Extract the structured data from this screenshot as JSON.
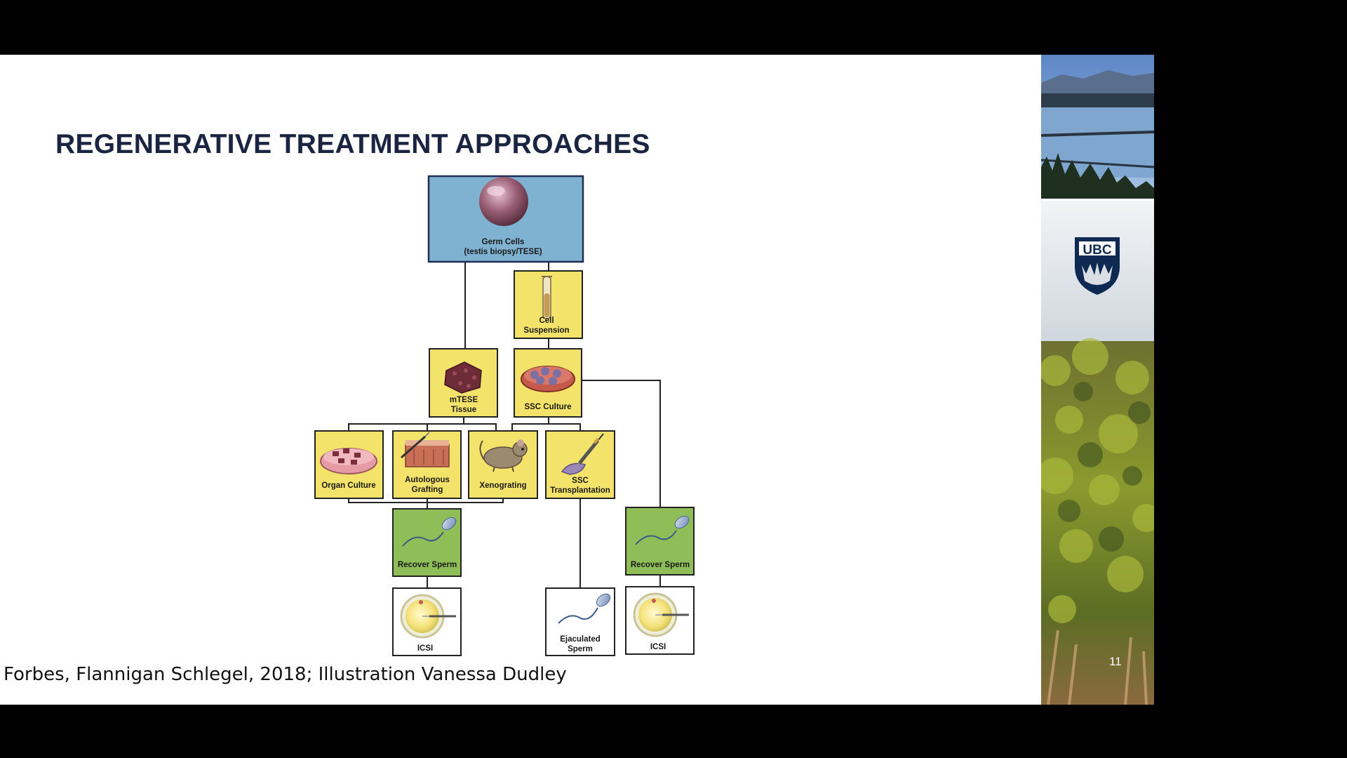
{
  "slide": {
    "title": "REGENERATIVE TREATMENT APPROACHES",
    "citation": "Forbes, Flannigan Schlegel, 2018; Illustration Vanessa Dudley",
    "page_number": "11",
    "logo_text": "UBC"
  },
  "diagram": {
    "germ_cells": {
      "line1": "Germ Cells",
      "line2": "(testis biopsy/TESE)"
    },
    "cell_suspension": {
      "line1": "Cell",
      "line2": "Suspension"
    },
    "mtese": {
      "line1": "mTESE",
      "line2": "Tissue"
    },
    "ssc_culture": {
      "label": "SSC Culture"
    },
    "organ_culture": {
      "label": "Organ Culture"
    },
    "autologous_grafting": {
      "line1": "Autologous",
      "line2": "Grafting"
    },
    "xenografting": {
      "label": "Xenograting"
    },
    "ssc_transplantation": {
      "line1": "SSC",
      "line2": "Transplantation"
    },
    "recover_sperm_1": {
      "label": "Recover Sperm"
    },
    "recover_sperm_2": {
      "label": "Recover Sperm"
    },
    "icsi_1": {
      "label": "ICSI"
    },
    "ejaculated_sperm": {
      "line1": "Ejaculated",
      "line2": "Sperm"
    },
    "icsi_2": {
      "label": "ICSI"
    }
  },
  "colors": {
    "title": "#1b2440",
    "box_blue": "#7fb1d1",
    "box_yellow": "#f3e36b",
    "box_green": "#8fbd58",
    "box_white": "#ffffff"
  }
}
